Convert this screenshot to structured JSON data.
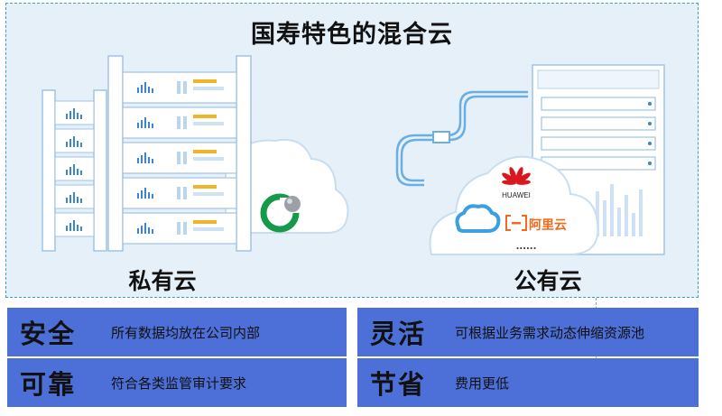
{
  "title": "国寿特色的混合云",
  "private_cloud": {
    "label": "私有云"
  },
  "public_cloud": {
    "label": "公有云",
    "providers": [
      "HUAWEI",
      "阿里云",
      "......"
    ]
  },
  "features": [
    {
      "key": "安全",
      "desc": "所有数据均放在公司内部"
    },
    {
      "key": "灵活",
      "desc": "可根据业务需求动态伸缩资源池"
    },
    {
      "key": "可靠",
      "desc": "符合各类监管审计要求"
    },
    {
      "key": "节省",
      "desc": "费用更低"
    }
  ],
  "colors": {
    "panel_bg": "#e6f0f8",
    "panel_border": "#3f9ec8",
    "feature_bar": "#4c6fd8",
    "cloud_blue": "#3aa0e0",
    "huawei_red": "#d9171e",
    "aliyun_orange": "#f26b1d",
    "logo_green": "#159a4a"
  }
}
